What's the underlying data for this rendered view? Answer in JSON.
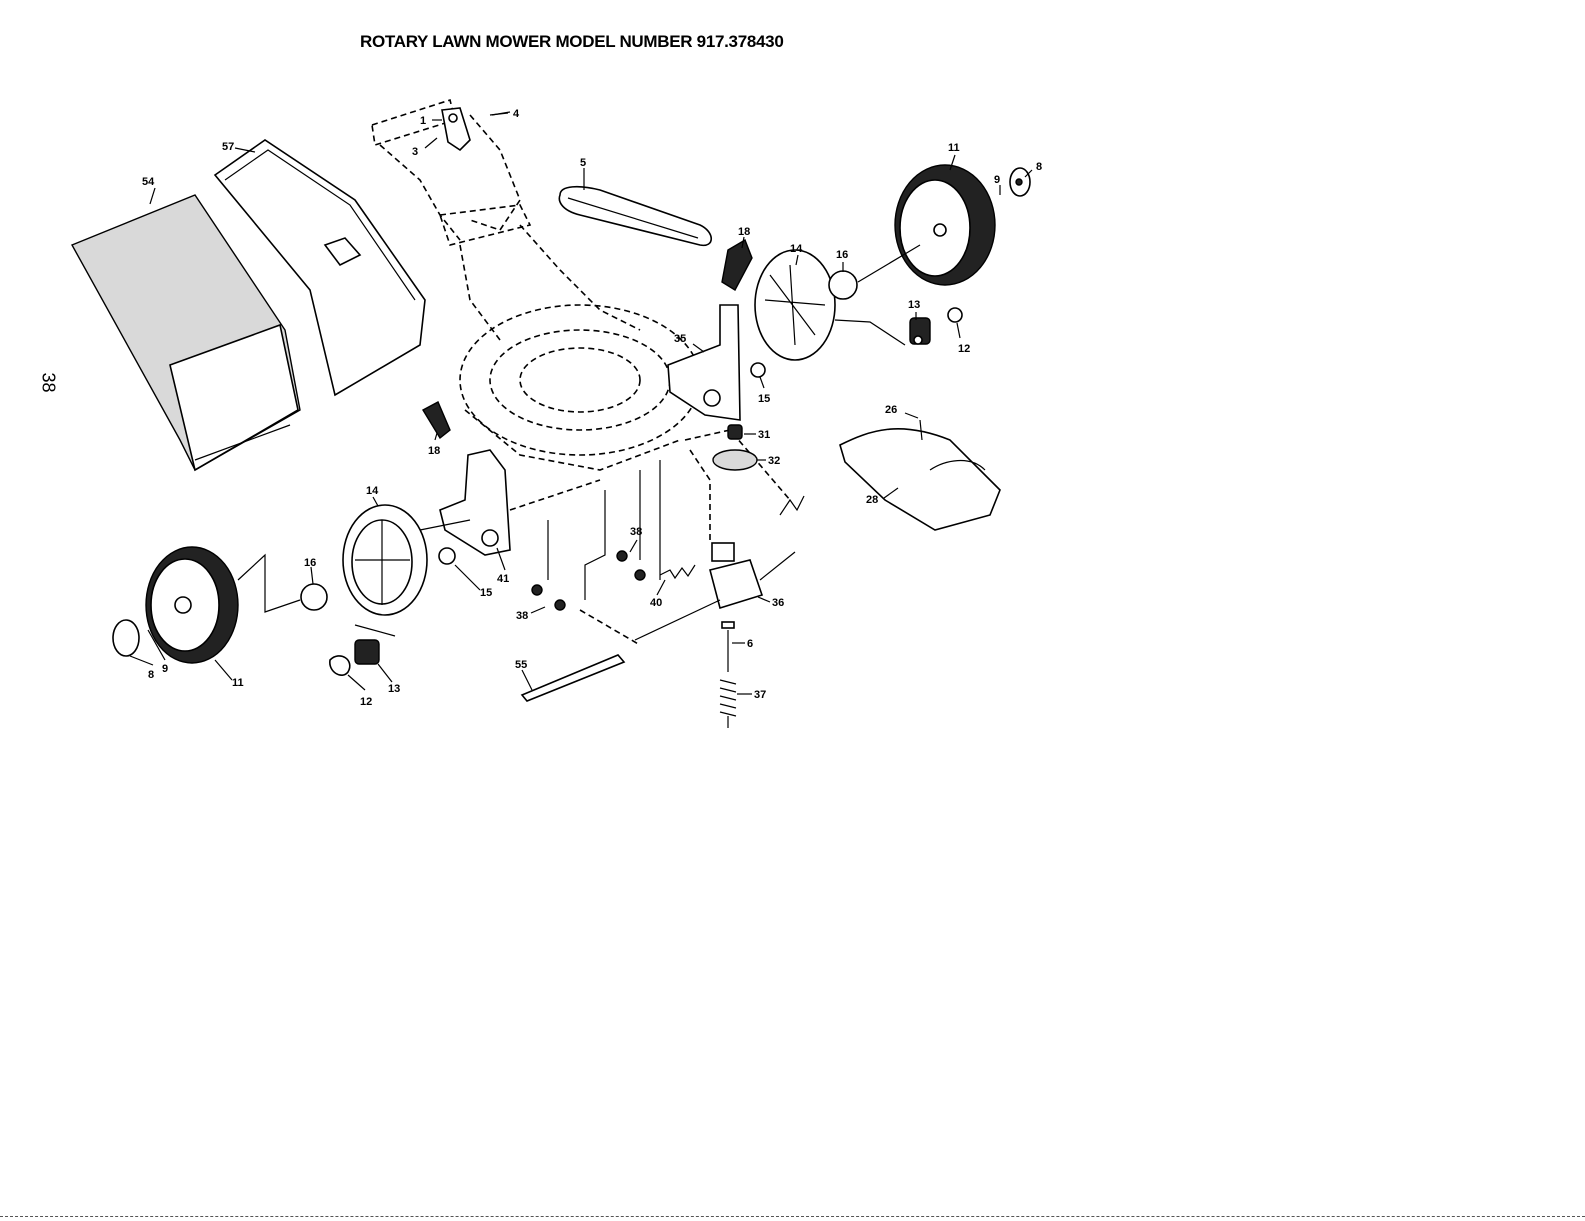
{
  "page": {
    "title": "ROTARY LAWN MOWER MODEL NUMBER 917.378430",
    "page_number": "38"
  },
  "callouts": [
    {
      "id": "c1",
      "text": "1"
    },
    {
      "id": "c3",
      "text": "3"
    },
    {
      "id": "c4",
      "text": "4"
    },
    {
      "id": "c5",
      "text": "5"
    },
    {
      "id": "c57",
      "text": "57"
    },
    {
      "id": "c54",
      "text": "54"
    },
    {
      "id": "c11a",
      "text": "11"
    },
    {
      "id": "c9a",
      "text": "9"
    },
    {
      "id": "c8a",
      "text": "8"
    },
    {
      "id": "c18a",
      "text": "18"
    },
    {
      "id": "c14a",
      "text": "14"
    },
    {
      "id": "c16a",
      "text": "16"
    },
    {
      "id": "c13a",
      "text": "13"
    },
    {
      "id": "c12a",
      "text": "12"
    },
    {
      "id": "c35",
      "text": "35"
    },
    {
      "id": "c15a",
      "text": "15"
    },
    {
      "id": "c26",
      "text": "26"
    },
    {
      "id": "c31",
      "text": "31"
    },
    {
      "id": "c32",
      "text": "32"
    },
    {
      "id": "c28",
      "text": "28"
    },
    {
      "id": "c18b",
      "text": "18"
    },
    {
      "id": "c14b",
      "text": "14"
    },
    {
      "id": "c41",
      "text": "41"
    },
    {
      "id": "c38a",
      "text": "38"
    },
    {
      "id": "c38b",
      "text": "38"
    },
    {
      "id": "c40",
      "text": "40"
    },
    {
      "id": "c36",
      "text": "36"
    },
    {
      "id": "c16b",
      "text": "16"
    },
    {
      "id": "c15b",
      "text": "15"
    },
    {
      "id": "c6",
      "text": "6"
    },
    {
      "id": "c55",
      "text": "55"
    },
    {
      "id": "c37",
      "text": "37"
    },
    {
      "id": "c8b",
      "text": "8"
    },
    {
      "id": "c9b",
      "text": "9"
    },
    {
      "id": "c11b",
      "text": "11"
    },
    {
      "id": "c12b",
      "text": "12"
    },
    {
      "id": "c13b",
      "text": "13"
    }
  ]
}
